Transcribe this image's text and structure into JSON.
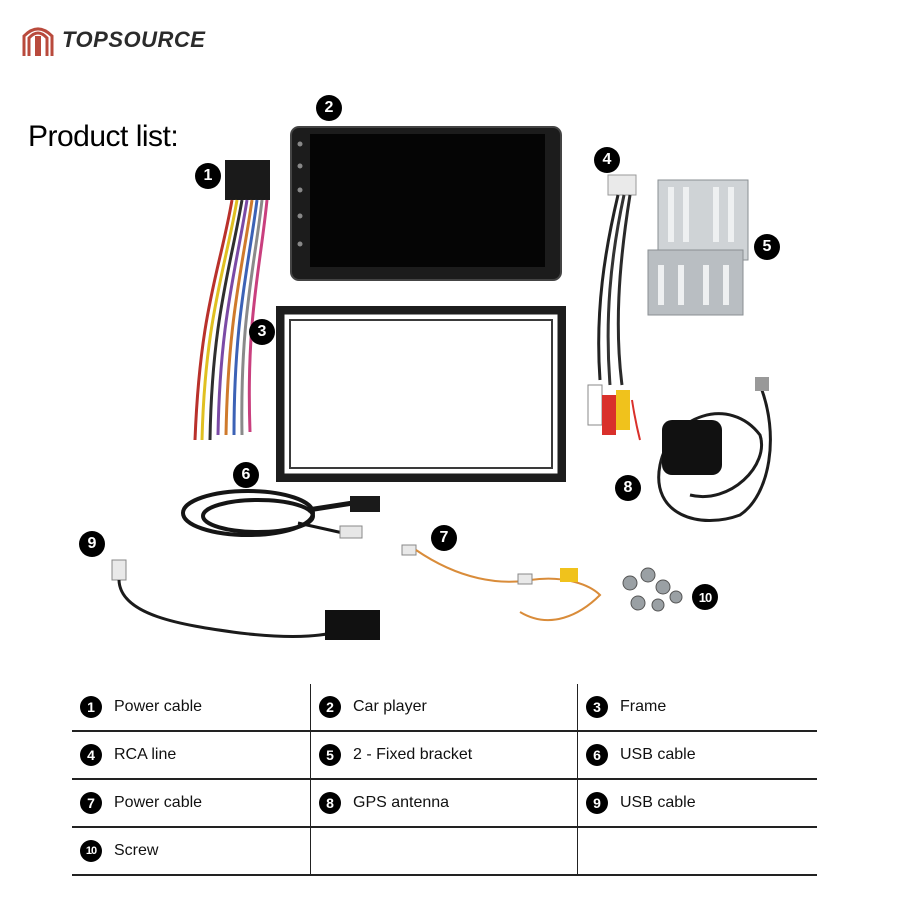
{
  "brand": {
    "name": "TOPSOURCE",
    "logo_icon": "arch-logo-icon",
    "logo_color": "#b94a3c"
  },
  "heading": "Product list:",
  "callouts": [
    "1",
    "2",
    "3",
    "4",
    "5",
    "6",
    "7",
    "8",
    "9",
    "10"
  ],
  "table": {
    "rows": [
      [
        {
          "n": "1",
          "label": "Power cable"
        },
        {
          "n": "2",
          "label": "Car player"
        },
        {
          "n": "3",
          "label": "Frame"
        }
      ],
      [
        {
          "n": "4",
          "label": "RCA line"
        },
        {
          "n": "5",
          "label": "2 - Fixed bracket"
        },
        {
          "n": "6",
          "label": "USB cable"
        }
      ],
      [
        {
          "n": "7",
          "label": "Power cable"
        },
        {
          "n": "8",
          "label": "GPS antenna"
        },
        {
          "n": "9",
          "label": "USB cable"
        }
      ],
      [
        {
          "n": "10",
          "label": "Screw"
        },
        {
          "n": "",
          "label": ""
        },
        {
          "n": "",
          "label": ""
        }
      ]
    ]
  }
}
